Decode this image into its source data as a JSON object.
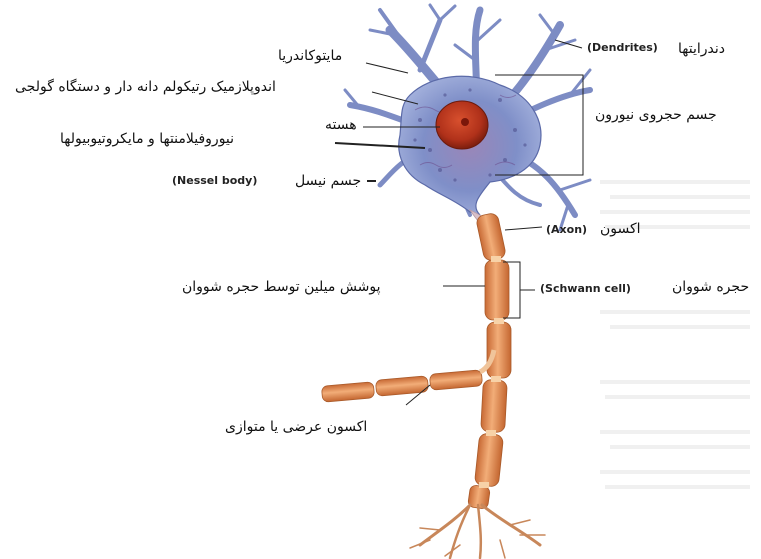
{
  "labels": {
    "mitochondria": "مایتوکاندریا",
    "er_golgi": "اندوپلازمیک رتیکولم دانه دار و دستگاه گولجی",
    "nucleus": "هسته",
    "neurofilaments": "نیوروفیلامنتها و مایکروتیوبیولها",
    "nissl_body": "جسم نیسل",
    "nissl_body_en": "(Nessel body)",
    "dendrites": "دندرایتها",
    "dendrites_en": "(Dendrites)",
    "cell_body": "جسم حجروی نیورون",
    "axon": "اکسون",
    "axon_en": "(Axon)",
    "myelin_sheath": "پوشش میلین توسط حجره شووان",
    "schwann_cell": "حجره شووان",
    "schwann_cell_en": "(Schwann cell)",
    "collateral_axon": "اکسون عرضی یا متوازی"
  },
  "colors": {
    "cell_body": "#8f9fd0",
    "cell_body_dark": "#5b6aa8",
    "nucleus": "#b8321a",
    "myelin": "#e7955a",
    "myelin_edge": "#b4622f",
    "axon_core": "#f7d2a8",
    "terminal": "#c8875a"
  }
}
